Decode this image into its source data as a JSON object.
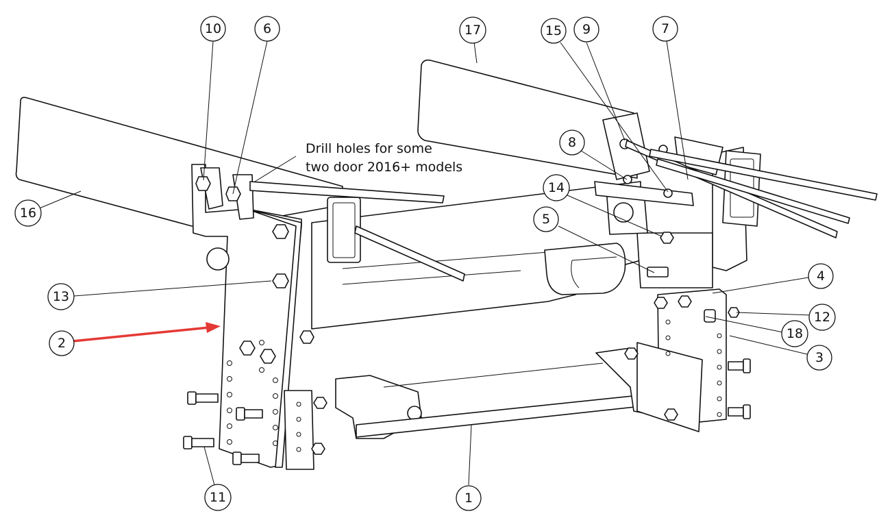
{
  "note": {
    "line1": "Drill holes for some",
    "line2": "two door 2016+ models"
  },
  "callouts": [
    {
      "id": "c1",
      "label": "1"
    },
    {
      "id": "c2",
      "label": "2",
      "highlight": true
    },
    {
      "id": "c3",
      "label": "3"
    },
    {
      "id": "c4",
      "label": "4"
    },
    {
      "id": "c5",
      "label": "5"
    },
    {
      "id": "c6",
      "label": "6"
    },
    {
      "id": "c7",
      "label": "7"
    },
    {
      "id": "c8",
      "label": "8"
    },
    {
      "id": "c9",
      "label": "9"
    },
    {
      "id": "c10",
      "label": "10"
    },
    {
      "id": "c11",
      "label": "11"
    },
    {
      "id": "c12",
      "label": "12"
    },
    {
      "id": "c13",
      "label": "13"
    },
    {
      "id": "c14",
      "label": "14"
    },
    {
      "id": "c15",
      "label": "15"
    },
    {
      "id": "c16",
      "label": "16"
    },
    {
      "id": "c17",
      "label": "17"
    },
    {
      "id": "c18",
      "label": "18"
    }
  ],
  "colors": {
    "highlight_arrow": "#e53935",
    "highlight_circle": "#e53935",
    "line": "#111111"
  }
}
